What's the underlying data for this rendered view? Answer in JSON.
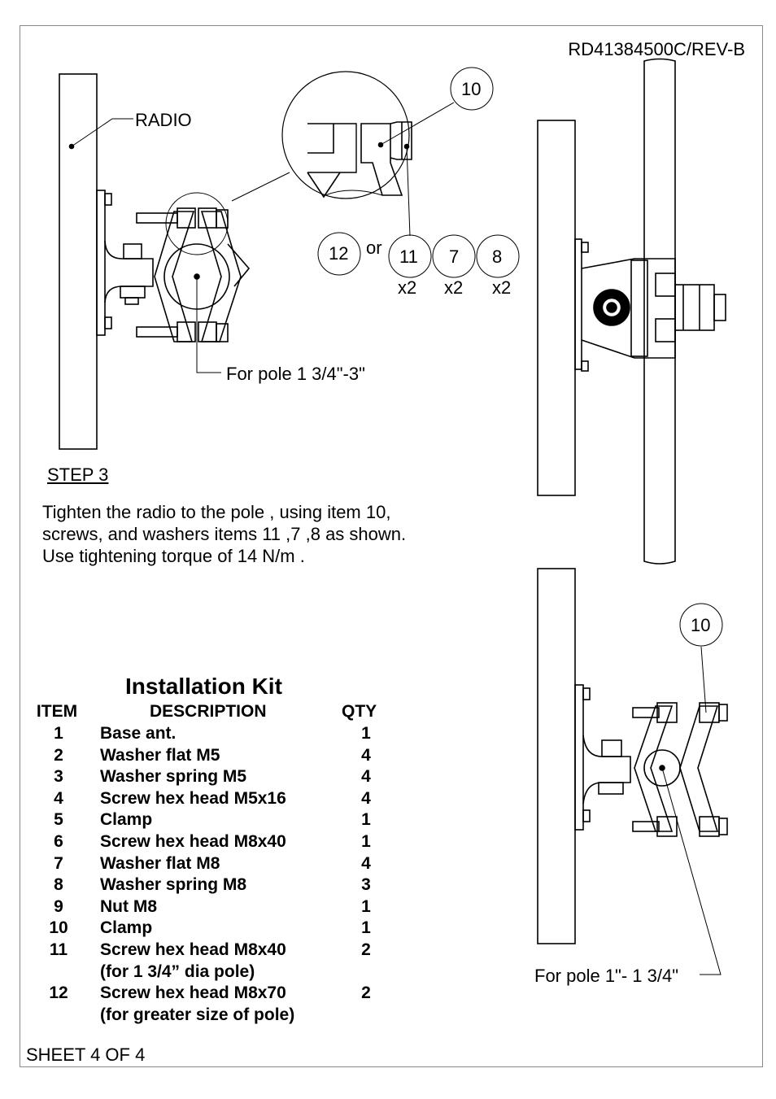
{
  "sheet": {
    "doc_number": "RD41384500C/REV-B",
    "sheet_label": "SHEET 4 OF 4"
  },
  "labels": {
    "radio": "RADIO",
    "pole_large": "For pole 1 3/4\"-3\"",
    "pole_small": "For pole 1\"- 1 3/4\"",
    "or": "or"
  },
  "callouts": {
    "top_clamp": "10",
    "bottom_clamp": "10",
    "items": [
      {
        "num": "12",
        "qty": ""
      },
      {
        "num": "11",
        "qty": "x2"
      },
      {
        "num": "7",
        "qty": "x2"
      },
      {
        "num": "8",
        "qty": "x2"
      }
    ]
  },
  "step": {
    "title": "STEP 3",
    "lines": [
      "Tighten the radio to the pole , using item 10,",
      "screws, and washers items 11 ,7 ,8 as shown.",
      "Use tightening torque of 14 N/m ."
    ]
  },
  "kit": {
    "title": "Installation Kit",
    "headers": {
      "item": "ITEM",
      "description": "DESCRIPTION",
      "qty": "QTY"
    },
    "rows": [
      {
        "item": "1",
        "desc": "Base ant.",
        "qty": "1"
      },
      {
        "item": "2",
        "desc": "Washer flat M5",
        "qty": "4"
      },
      {
        "item": "3",
        "desc": "Washer spring M5",
        "qty": "4"
      },
      {
        "item": "4",
        "desc": "Screw hex head M5x16",
        "qty": "4"
      },
      {
        "item": "5",
        "desc": "Clamp",
        "qty": "1"
      },
      {
        "item": "6",
        "desc": "Screw hex head M8x40",
        "qty": "1"
      },
      {
        "item": "7",
        "desc": "Washer flat M8",
        "qty": "4"
      },
      {
        "item": "8",
        "desc": "Washer spring M8",
        "qty": "3"
      },
      {
        "item": "9",
        "desc": "Nut M8",
        "qty": "1"
      },
      {
        "item": "10",
        "desc": "Clamp",
        "qty": "1"
      },
      {
        "item": "11",
        "desc": "Screw hex head M8x40",
        "qty": "2"
      },
      {
        "item": "",
        "desc": "(for 1 3/4” dia pole)",
        "qty": ""
      },
      {
        "item": "12",
        "desc": "Screw hex head M8x70",
        "qty": "2"
      },
      {
        "item": "",
        "desc": "(for greater size of pole)",
        "qty": ""
      }
    ]
  }
}
